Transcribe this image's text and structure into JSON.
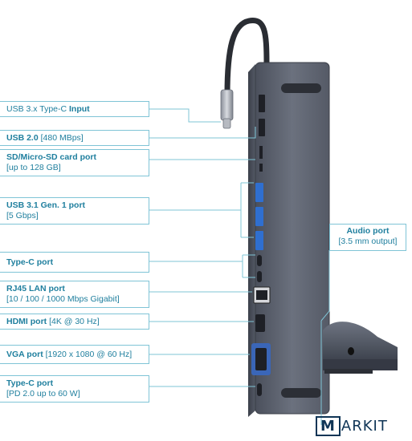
{
  "labels": {
    "input": {
      "pre": "USB 3.x Type-C ",
      "bold": "Input"
    },
    "usb2": {
      "bold": "USB 2.0",
      "light": " [480 MBps]"
    },
    "sd": {
      "line1": "SD/Micro-SD card port",
      "line2": "[up to 128 GB]"
    },
    "usb31": {
      "line1": "USB 3.1 Gen. 1 port",
      "line2": "[5 Gbps]"
    },
    "typec": {
      "line1": "Type-C port"
    },
    "rj45": {
      "line1": "RJ45 LAN port",
      "line2": "[10 / 100 / 1000 Mbps Gigabit]"
    },
    "hdmi": {
      "bold": "HDMI port",
      "light": " [4K @ 30 Hz]"
    },
    "vga": {
      "bold": "VGA port",
      "light": " [1920 x 1080 @ 60 Hz]"
    },
    "typec_pd": {
      "line1": "Type-C port",
      "line2": "[PD 2.0 up to 60 W]"
    },
    "audio": {
      "line1": "Audio port",
      "line2": "[3.5 mm output]"
    }
  },
  "brand": {
    "boxed": "M",
    "rest": "ARKIT"
  },
  "colors": {
    "accent": "#1f7f9e",
    "line": "#7fc4d6",
    "device": "#5c6270",
    "brand": "#0f3556"
  }
}
